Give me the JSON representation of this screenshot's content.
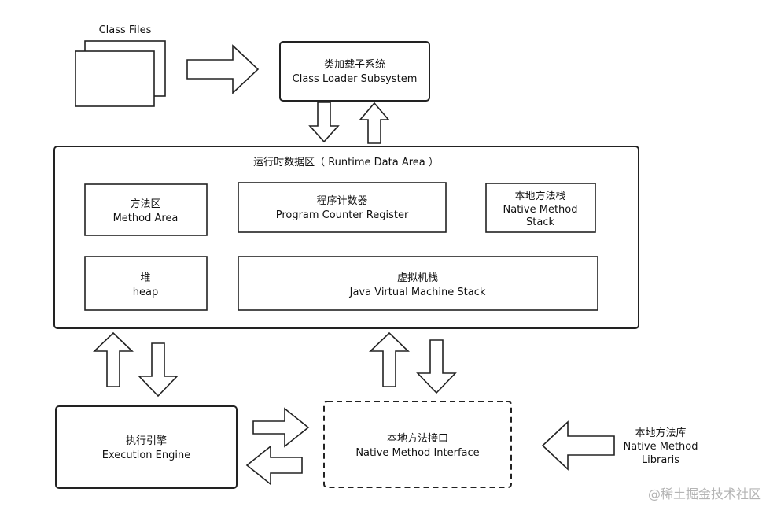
{
  "class_files": {
    "label": "Class Files"
  },
  "class_loader": {
    "zh": "类加载子系统",
    "en": "Class Loader Subsystem"
  },
  "runtime_area": {
    "title": "运行时数据区（ Runtime Data Area ）"
  },
  "method_area": {
    "zh": "方法区",
    "en": "Method Area"
  },
  "pc_register": {
    "zh": "程序计数器",
    "en": "Program Counter Register"
  },
  "native_stack": {
    "zh": "本地方法栈",
    "en1": "Native Method",
    "en2": "Stack"
  },
  "heap": {
    "zh": "堆",
    "en": "heap"
  },
  "jvm_stack": {
    "zh": "虚拟机栈",
    "en": "Java Virtual Machine Stack"
  },
  "exec_engine": {
    "zh": "执行引擎",
    "en": "Execution Engine"
  },
  "native_interface": {
    "zh": "本地方法接口",
    "en": "Native Method Interface"
  },
  "native_lib": {
    "zh": "本地方法库",
    "en1": "Native Method",
    "en2": "Libraris"
  },
  "watermark": {
    "text": "@稀土掘金技术社区"
  }
}
